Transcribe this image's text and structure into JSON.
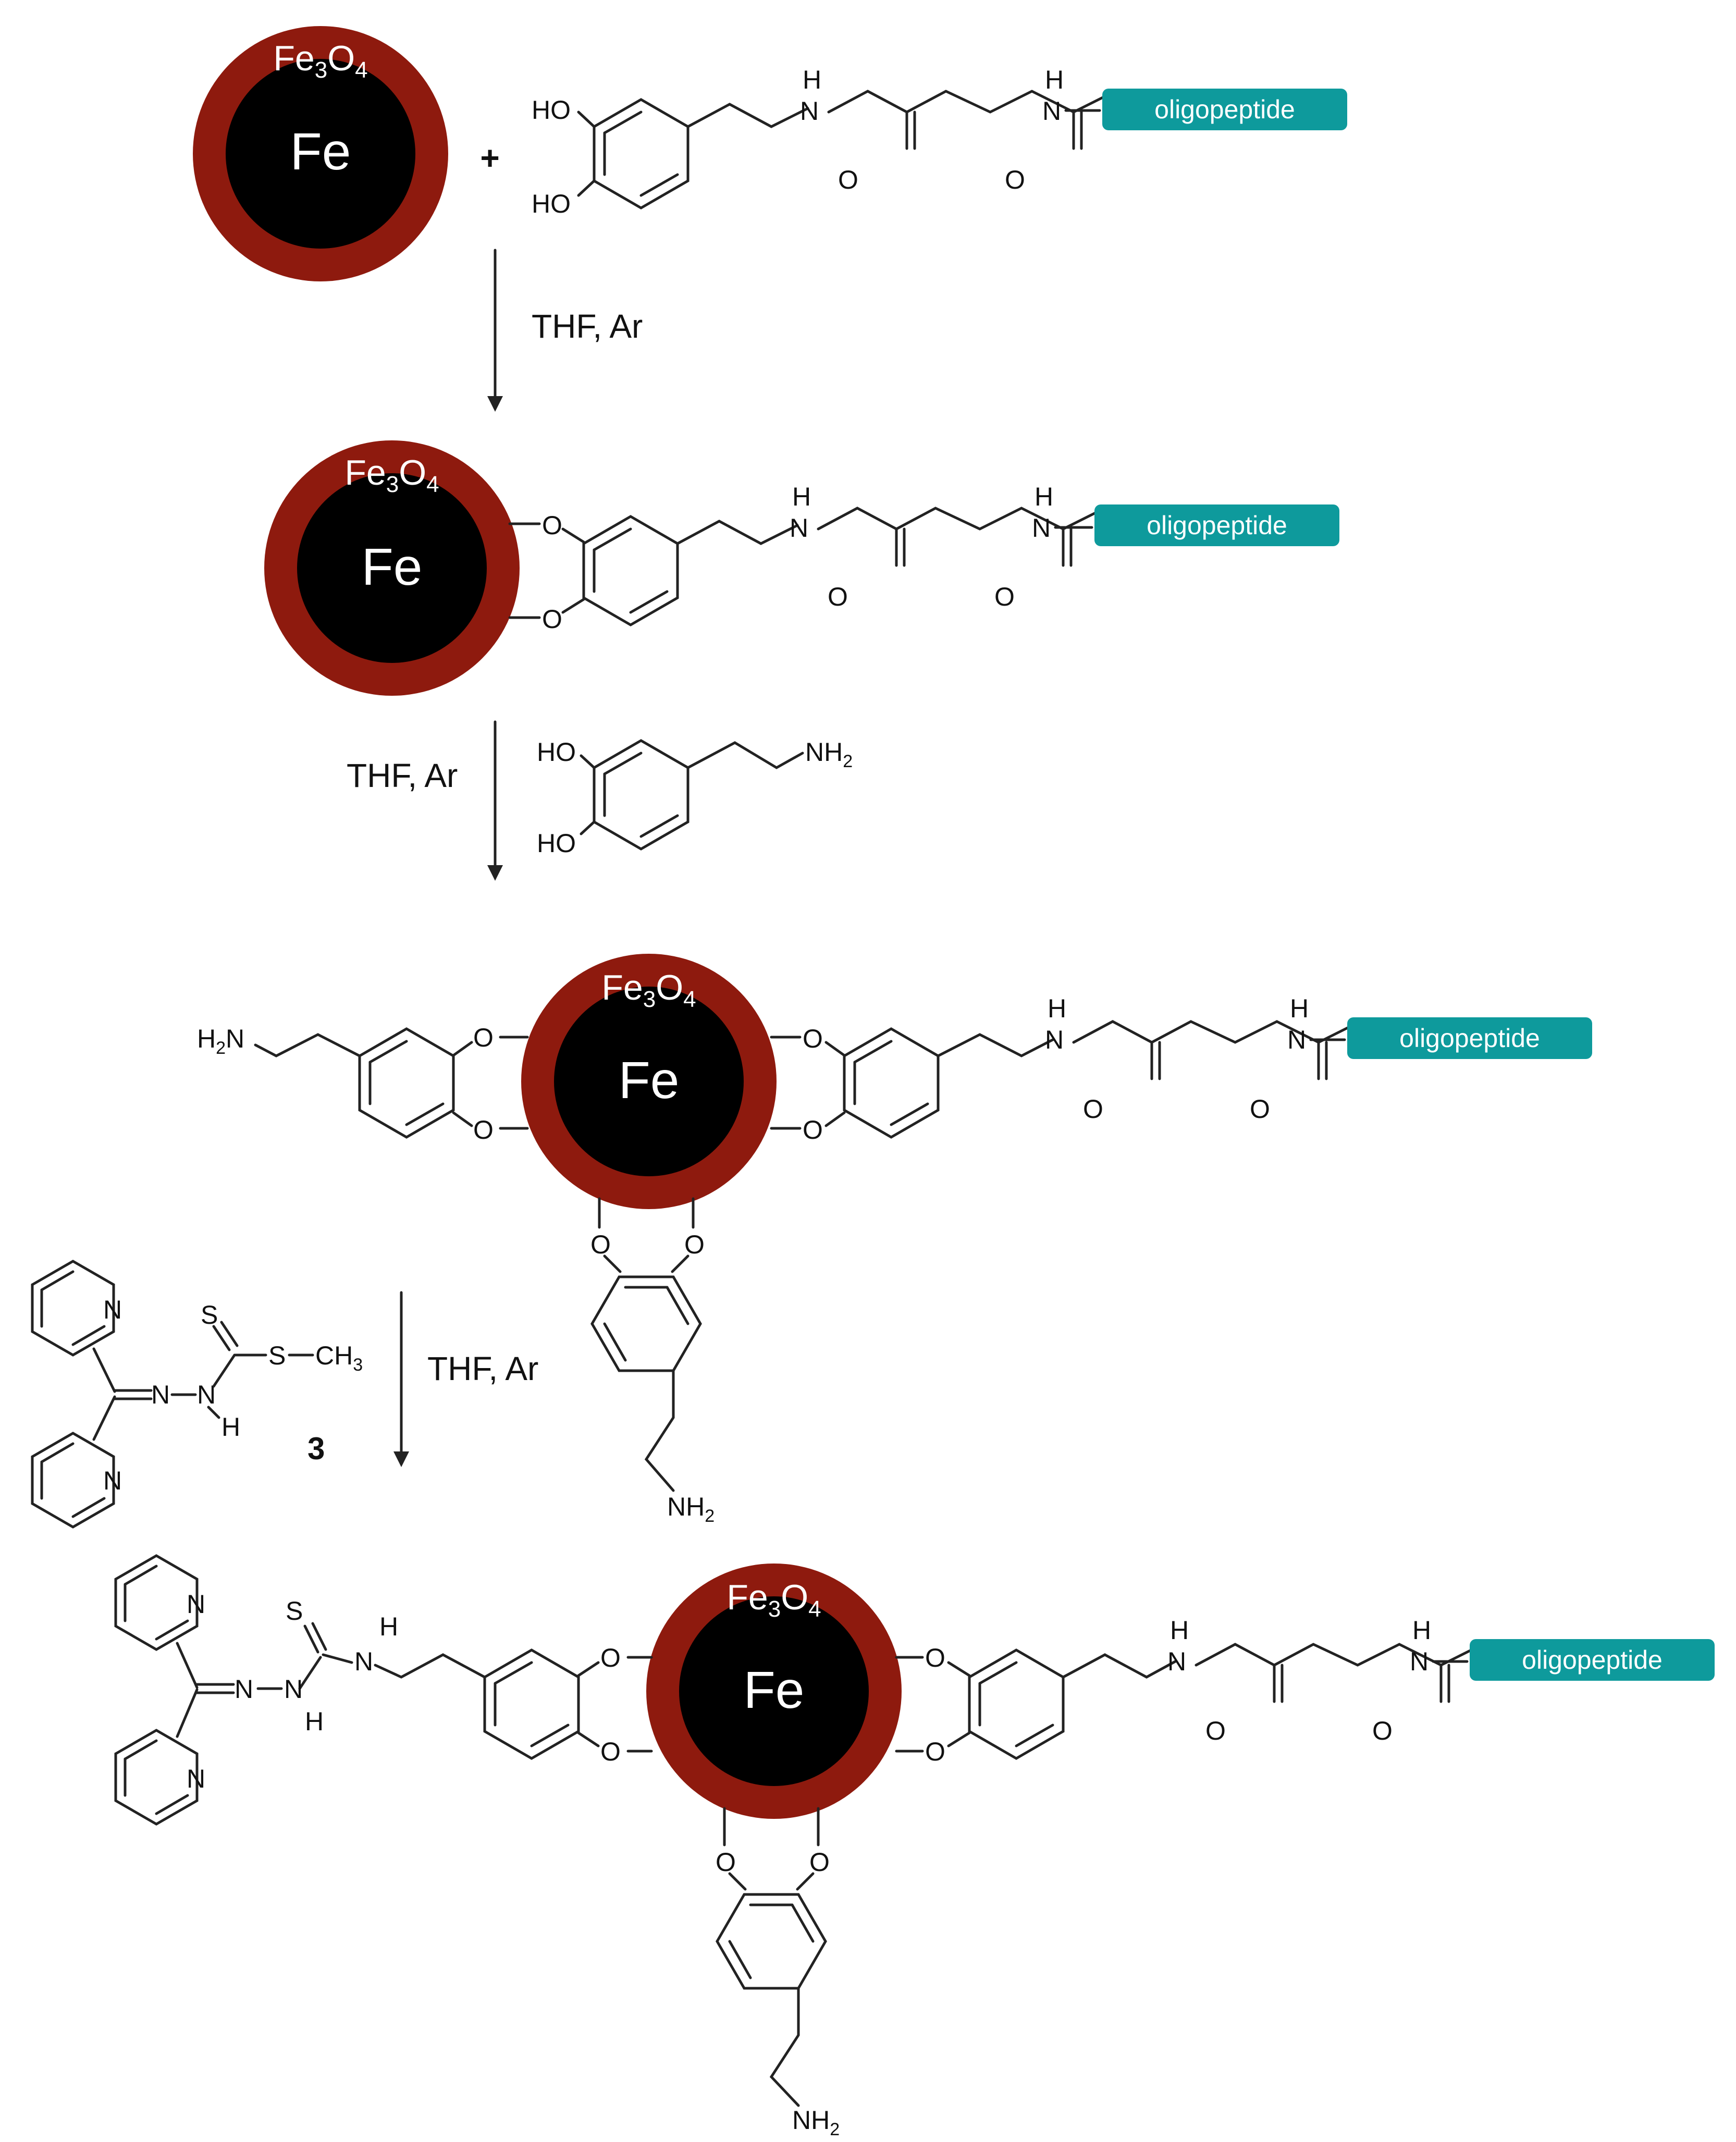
{
  "labels": {
    "core": "Fe",
    "shell_main": "Fe",
    "shell_sub3": "3",
    "shell_o": "O",
    "shell_sub4": "4",
    "oligopeptide": "oligopeptide",
    "plus": "+",
    "ho": "HO",
    "h": "H",
    "n": "N",
    "o": "O",
    "s": "S",
    "nh": "NH",
    "two": "2",
    "h2n": "H",
    "ch": "CH",
    "three": "3",
    "compound_number": "3"
  },
  "conditions": {
    "step1": "THF, Ar",
    "step2": "THF, Ar",
    "step3": "THF, Ar"
  },
  "colors": {
    "shell": "#8e1a0e",
    "core": "#000000",
    "oligopeptide_box": "#0e9a9c",
    "line": "#222222"
  }
}
